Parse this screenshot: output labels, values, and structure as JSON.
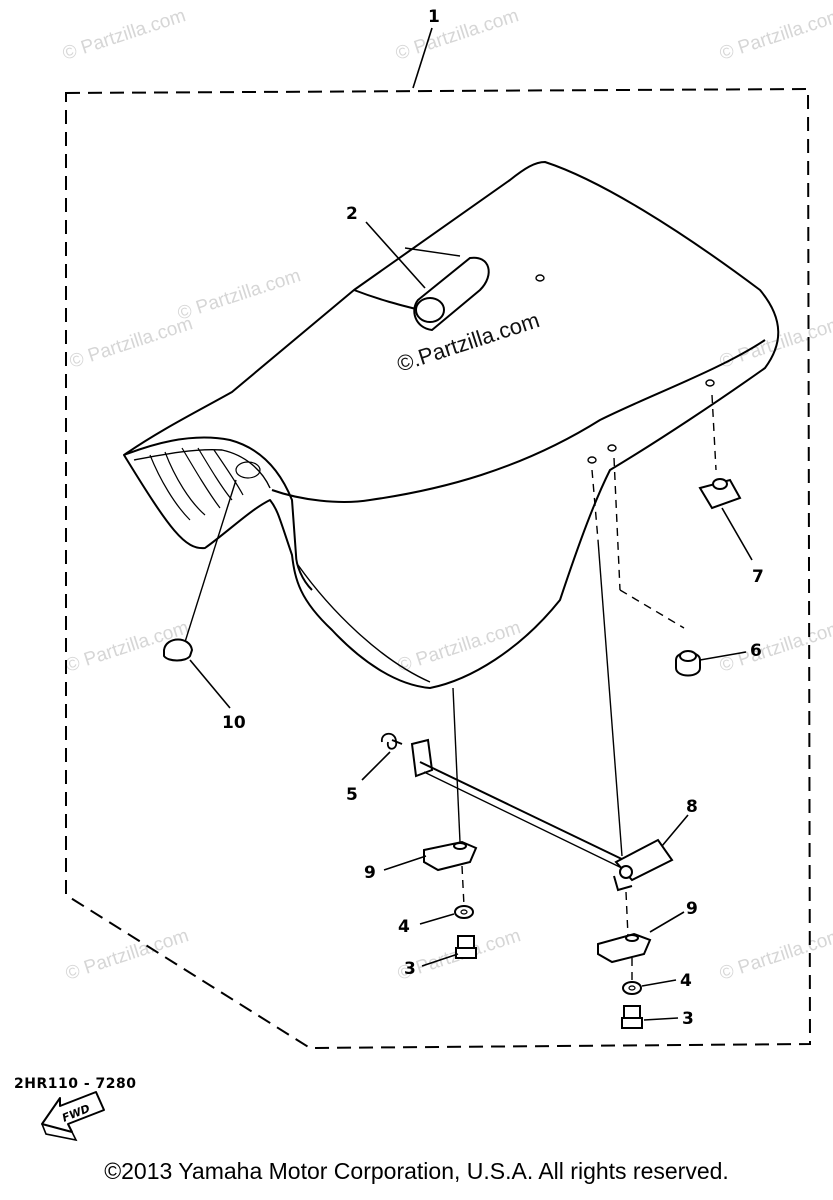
{
  "callouts": {
    "c1": "1",
    "c2": "2",
    "c3a": "3",
    "c3b": "3",
    "c4a": "4",
    "c4b": "4",
    "c5": "5",
    "c6": "6",
    "c7": "7",
    "c8": "8",
    "c9a": "9",
    "c9b": "9",
    "c10": "10"
  },
  "watermarks": {
    "w1": "© Partzilla.com",
    "w2": "© Partzilla.com",
    "w3": "© Partzilla.com",
    "w4": "© Partzilla.com",
    "w5": "© Partzilla.com",
    "w6": "© Partzilla.com",
    "w7": "© Partzilla.com",
    "w8": "© Partzilla.com",
    "w9": "© Partzilla.com",
    "w10": "© Partzilla.com",
    "w11": "© Partzilla.com",
    "w12": "© Partzilla.com",
    "center": "©.Partzilla.com"
  },
  "fwd_label": "FWD",
  "diagram_code": "2HR110 - 7280",
  "copyright": "©2013  Yamaha Motor Corporation, U.S.A. All rights reserved.",
  "colors": {
    "line": "#000000",
    "watermark": "#d6d6d6",
    "background": "#ffffff"
  }
}
